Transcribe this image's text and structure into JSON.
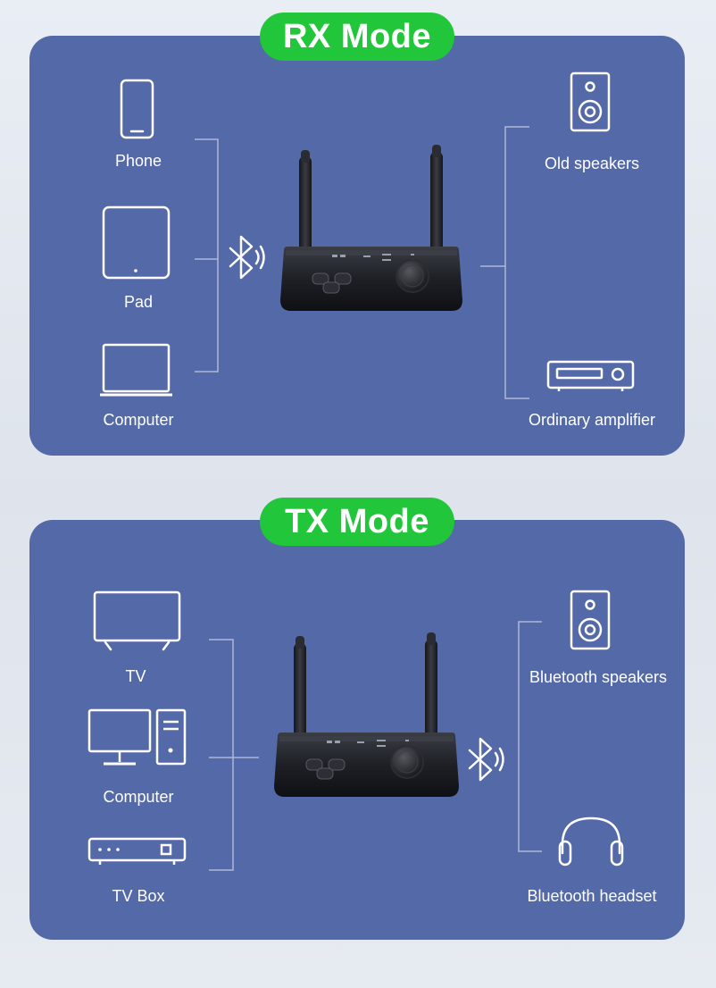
{
  "rx": {
    "title": "RX Mode",
    "sources": [
      "Phone",
      "Pad",
      "Computer"
    ],
    "outputs": [
      "Old speakers",
      "Ordinary amplifier"
    ]
  },
  "tx": {
    "title": "TX Mode",
    "sources": [
      "TV",
      "Computer",
      "TV Box"
    ],
    "outputs": [
      "Bluetooth speakers",
      "Bluetooth headset"
    ]
  },
  "colors": {
    "panel": "#5469a8",
    "badge": "#22c63a",
    "line": "#aeb8d8",
    "text": "#ffffff"
  },
  "icons": {
    "rx_sources": [
      "phone-icon",
      "tablet-icon",
      "laptop-icon"
    ],
    "rx_outputs": [
      "speaker-icon",
      "amplifier-icon"
    ],
    "tx_sources": [
      "tv-icon",
      "desktop-computer-icon",
      "tv-box-icon"
    ],
    "tx_outputs": [
      "speaker-icon",
      "headphones-icon"
    ],
    "connection": "bluetooth-icon"
  }
}
